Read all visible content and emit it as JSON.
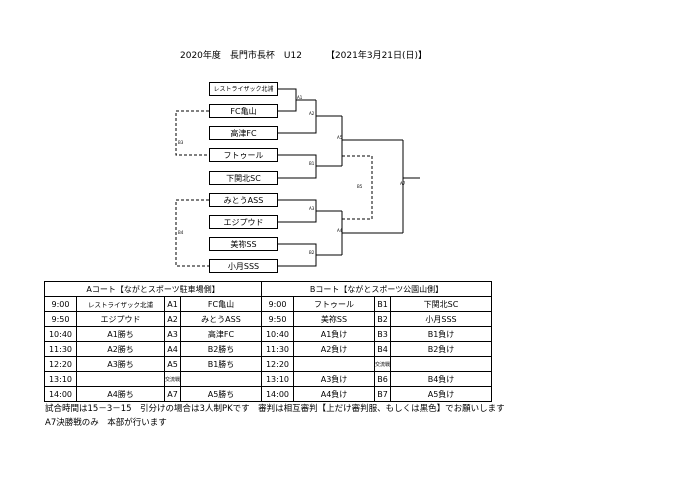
{
  "header": {
    "title": "2020年度　長門市長杯　U12",
    "date": "【2021年3月21日(日)】"
  },
  "bracket": {
    "teams": [
      "レストライザック北浦",
      "FC亀山",
      "高津FC",
      "フトゥール",
      "下関北SC",
      "みとうASS",
      "エジプウド",
      "美祢SS",
      "小月SSS"
    ],
    "match_labels": {
      "a1": "A1",
      "a2": "A2",
      "b3": "B3",
      "a5": "A5",
      "b1": "B1",
      "b5": "B5",
      "a3": "A3",
      "b4": "B4",
      "a4": "A4",
      "b2": "B2",
      "a7": "A7"
    }
  },
  "schedule": {
    "court_a_title": "Aコート【ながとスポーツ駐車場側】",
    "court_b_title": "Bコート【ながとスポーツ公園山側】",
    "rows": [
      {
        "a_time": "9:00",
        "a_team1": "レストライザック北浦",
        "a_match": "A1",
        "a_team2": "FC亀山",
        "b_time": "9:00",
        "b_team1": "フトゥール",
        "b_match": "B1",
        "b_team2": "下関北SC"
      },
      {
        "a_time": "9:50",
        "a_team1": "エジプウド",
        "a_match": "A2",
        "a_team2": "みとうASS",
        "b_time": "9:50",
        "b_team1": "美祢SS",
        "b_match": "B2",
        "b_team2": "小月SSS"
      },
      {
        "a_time": "10:40",
        "a_team1": "A1勝ち",
        "a_match": "A3",
        "a_team2": "高津FC",
        "b_time": "10:40",
        "b_team1": "A1負け",
        "b_match": "B3",
        "b_team2": "B1負け"
      },
      {
        "a_time": "11:30",
        "a_team1": "A2勝ち",
        "a_match": "A4",
        "a_team2": "B2勝ち",
        "b_time": "11:30",
        "b_team1": "A2負け",
        "b_match": "B4",
        "b_team2": "B2負け"
      },
      {
        "a_time": "12:20",
        "a_team1": "A3勝ち",
        "a_match": "A5",
        "a_team2": "B1勝ち",
        "b_time": "12:20",
        "b_team1": "",
        "b_match": "交流戦",
        "b_team2": ""
      },
      {
        "a_time": "13:10",
        "a_team1": "",
        "a_match": "交流戦",
        "a_team2": "",
        "b_time": "13:10",
        "b_team1": "A3負け",
        "b_match": "B6",
        "b_team2": "B4負け"
      },
      {
        "a_time": "14:00",
        "a_team1": "A4勝ち",
        "a_match": "A7",
        "a_team2": "A5勝ち",
        "b_time": "14:00",
        "b_team1": "A4負け",
        "b_match": "B7",
        "b_team2": "A5負け"
      }
    ]
  },
  "notes": {
    "line1": "試合時間は15－3－15　引分けの場合は3人制PKです　審判は相互審判【上だけ審判服、もしくは黒色】でお願いします",
    "line2": "A7決勝戦のみ　本部が行います"
  }
}
